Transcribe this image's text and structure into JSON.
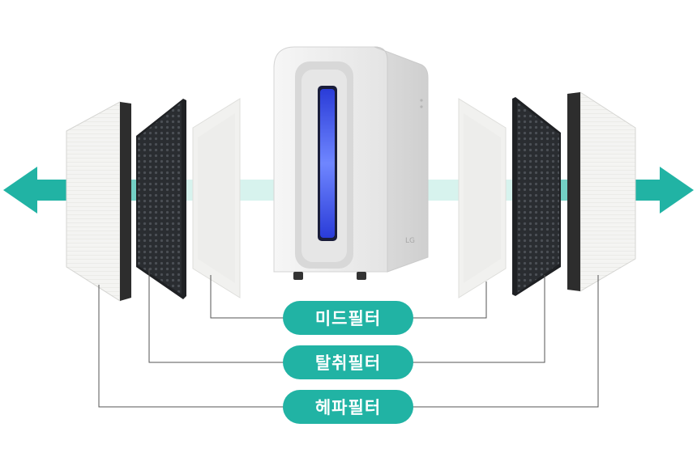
{
  "labels": {
    "mid_filter": "미드필터",
    "deodorizing_filter": "탈취필터",
    "hepa_filter": "헤파필터"
  },
  "device_logo": "LG",
  "colors": {
    "accent": "#21b3a4",
    "flow_light": "#d2f1ec",
    "carbon": "#2c2f33",
    "hepa": "#f3f3f1",
    "leader_line": "#555555",
    "uv_light": "#3b55e6"
  },
  "icons": [
    "arrow-left-icon",
    "arrow-right-icon"
  ]
}
